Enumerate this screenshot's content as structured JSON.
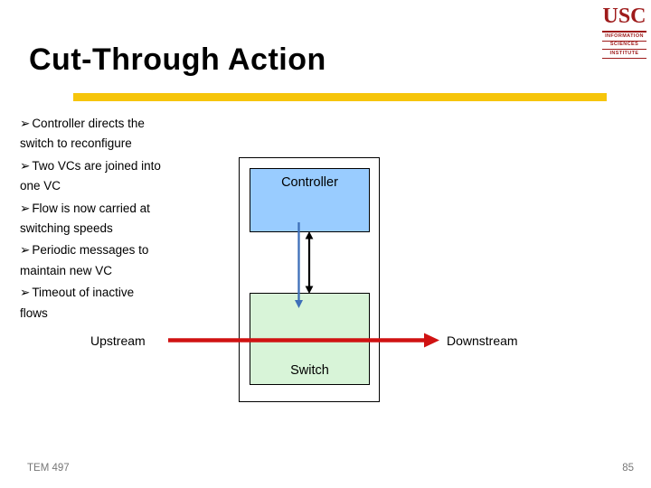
{
  "slide": {
    "title": "Cut-Through Action",
    "footer_left": "TEM 497",
    "page_number": "85"
  },
  "logo": {
    "name": "USC",
    "lines": [
      "INFORMATION",
      "SCIENCES",
      "INSTITUTE"
    ]
  },
  "bullet_marker": "➢",
  "bullets": [
    "Controller directs the\nswitch to reconfigure",
    "Two VCs are joined into\none VC",
    "Flow is now carried at\nswitching speeds",
    "Periodic messages to\nmaintain new VC",
    "Timeout of inactive\nflows"
  ],
  "diagram": {
    "controller_label": "Controller",
    "switch_label": "Switch",
    "upstream_label": "Upstream",
    "downstream_label": "Downstream"
  },
  "colors": {
    "accent_bar": "#F6C50B",
    "usc_red": "#9E1B1B",
    "controller_fill": "#99CCFF",
    "controller_border": "#3D5E99",
    "switch_fill": "#D8F4D8",
    "switch_border": "#1C1C1C",
    "flow_arrow_red": "#D01212",
    "control_arrow_blue": "#3E6FB8",
    "bidir_arrow_black": "#000000",
    "footer_gray": "#777777"
  }
}
